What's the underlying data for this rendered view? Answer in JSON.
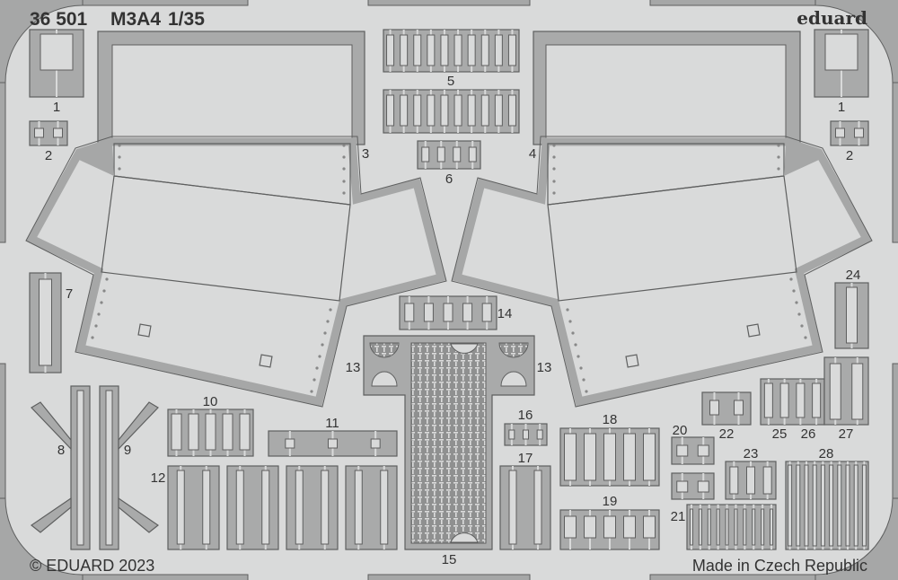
{
  "header": {
    "catalog_number": "36 501",
    "model": "M3A4",
    "scale": "1/35"
  },
  "brand": "eduard",
  "footer": {
    "copyright": "© EDUARD 2023",
    "origin": "Made in Czech Republic"
  },
  "part_numbers": {
    "p1": "1",
    "p2": "2",
    "p3": "3",
    "p4": "4",
    "p5": "5",
    "p6": "6",
    "p7": "7",
    "p8": "8",
    "p9": "9",
    "p10": "10",
    "p11": "11",
    "p12": "12",
    "p13": "13",
    "p14": "14",
    "p15": "15",
    "p16": "16",
    "p17": "17",
    "p18": "18",
    "p19": "19",
    "p20": "20",
    "p21": "21",
    "p22": "22",
    "p23": "23",
    "p24": "24",
    "p25": "25",
    "p26": "26",
    "p27": "27",
    "p28": "28"
  },
  "colors": {
    "fret": "#d9dada",
    "carrier": "#a9aaaa",
    "outline": "#5e5f5f"
  }
}
